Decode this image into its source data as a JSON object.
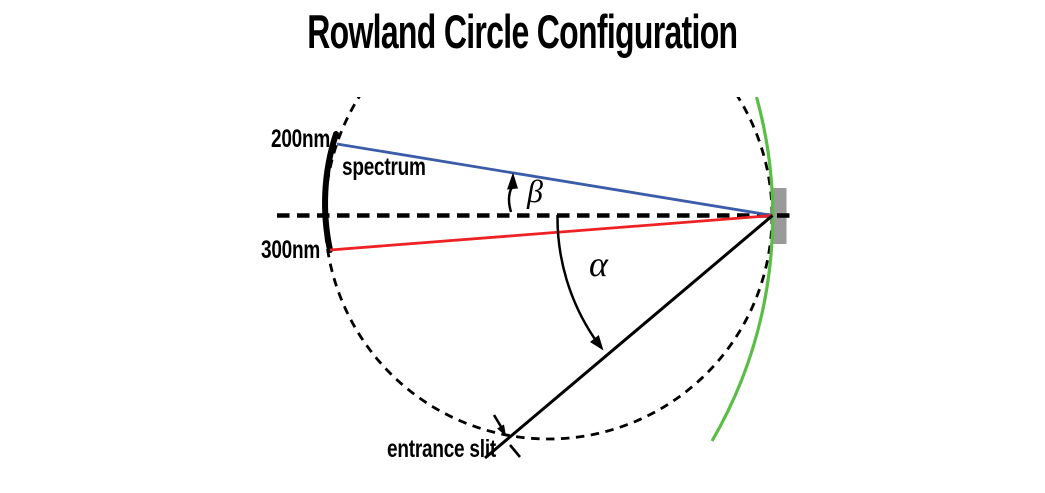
{
  "title": "Rowland Circle Configuration",
  "labels": {
    "wavelength_top": "200nm",
    "spectrum": "spectrum",
    "wavelength_bottom": "300nm",
    "entrance_slit": "entrance slit",
    "beta": "β",
    "alpha": "α"
  },
  "colors": {
    "ray_200nm": "#3b5ca8",
    "ray_300nm": "#ee2224",
    "grating_surface": "#5abe46",
    "grating_block": "#9a9a9a",
    "diagram_line": "#000000",
    "background": "#ffffff"
  }
}
